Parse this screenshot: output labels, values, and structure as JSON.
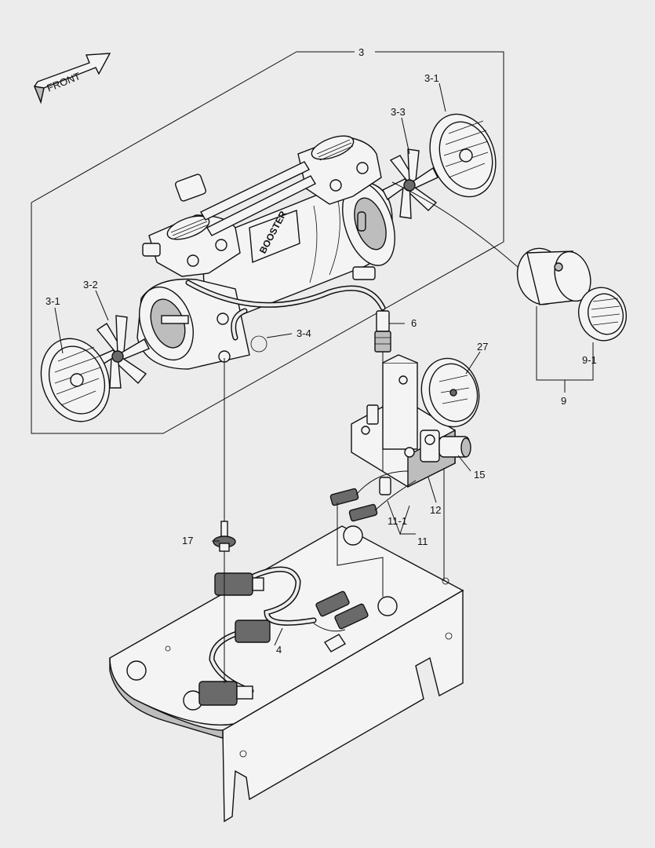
{
  "front_label": "FRONT",
  "brand_marking": "BOOSTER",
  "callouts": [
    {
      "id": "c3",
      "text": "3"
    },
    {
      "id": "c3-1-top",
      "text": "3-1"
    },
    {
      "id": "c3-3",
      "text": "3-3"
    },
    {
      "id": "c3-2",
      "text": "3-2"
    },
    {
      "id": "c3-1-left",
      "text": "3-1"
    },
    {
      "id": "c3-4",
      "text": "3-4"
    },
    {
      "id": "c6",
      "text": "6"
    },
    {
      "id": "c9-1",
      "text": "9-1"
    },
    {
      "id": "c9",
      "text": "9"
    },
    {
      "id": "c27",
      "text": "27"
    },
    {
      "id": "c15",
      "text": "15"
    },
    {
      "id": "c12",
      "text": "12"
    },
    {
      "id": "c11-1",
      "text": "11-1"
    },
    {
      "id": "c11",
      "text": "11"
    },
    {
      "id": "c17",
      "text": "17"
    },
    {
      "id": "c4",
      "text": "4"
    }
  ],
  "colors": {
    "background": "#ececec",
    "line": "#111111",
    "part_fill": "#f4f4f4",
    "shade_fill": "#bdbdbd"
  }
}
